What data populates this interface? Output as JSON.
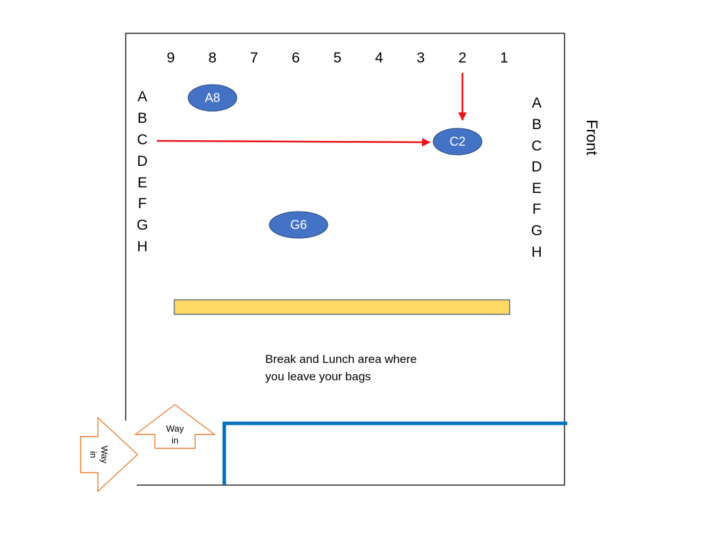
{
  "room": {
    "column_numbers": [
      "9",
      "8",
      "7",
      "6",
      "5",
      "4",
      "3",
      "2",
      "1"
    ],
    "row_letters_left": [
      "A",
      "B",
      "C",
      "D",
      "E",
      "F",
      "G",
      "H"
    ],
    "row_letters_right": [
      "A",
      "B",
      "C",
      "D",
      "E",
      "F",
      "G",
      "H"
    ],
    "front_label": "Front"
  },
  "seats": [
    {
      "label": "A8"
    },
    {
      "label": "C2"
    },
    {
      "label": "G6"
    }
  ],
  "break_area": {
    "line1": "Break and Lunch area where",
    "line2": "you leave your bags"
  },
  "entrances": {
    "top_label_line1": "Way",
    "top_label_line2": "in",
    "side_label_line1": "Way",
    "side_label_line2": "in"
  },
  "colors": {
    "seat_fill": "#4472c4",
    "seat_stroke": "#2f528f",
    "arrow_red": "#e8141a",
    "table_fill": "#ffd966",
    "wall_blue": "#0070c0",
    "entrance_arrow": "#ed7d31"
  }
}
